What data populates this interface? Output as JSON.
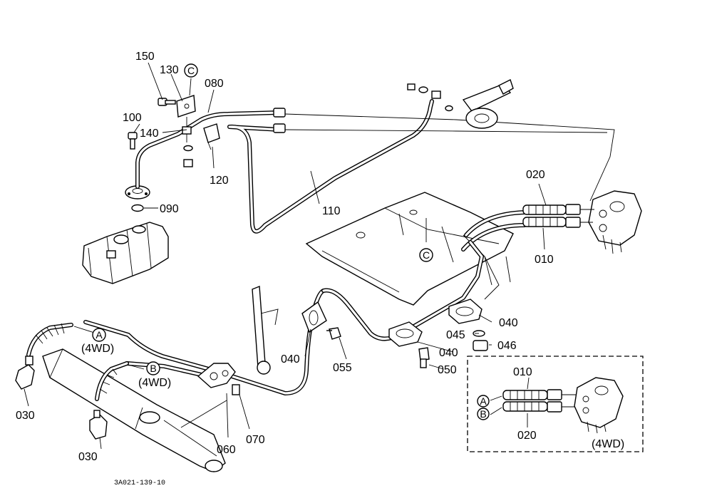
{
  "diagram": {
    "reference_code": "3A021-139-10",
    "callouts": [
      {
        "id": "150",
        "text": "150"
      },
      {
        "id": "130",
        "text": "130"
      },
      {
        "id": "080",
        "text": "080"
      },
      {
        "id": "100",
        "text": "100"
      },
      {
        "id": "140",
        "text": "140"
      },
      {
        "id": "120",
        "text": "120"
      },
      {
        "id": "090",
        "text": "090"
      },
      {
        "id": "110",
        "text": "110"
      },
      {
        "id": "020",
        "text": "020"
      },
      {
        "id": "010",
        "text": "010"
      },
      {
        "id": "040a",
        "text": "040"
      },
      {
        "id": "040b",
        "text": "040"
      },
      {
        "id": "040c",
        "text": "040"
      },
      {
        "id": "045",
        "text": "045"
      },
      {
        "id": "046",
        "text": "046"
      },
      {
        "id": "050",
        "text": "050"
      },
      {
        "id": "055",
        "text": "055"
      },
      {
        "id": "060",
        "text": "060"
      },
      {
        "id": "070",
        "text": "070"
      },
      {
        "id": "030a",
        "text": "030"
      },
      {
        "id": "030b",
        "text": "030"
      }
    ],
    "circled_markers": {
      "c_top": "C",
      "c_frame": "C",
      "a_main": "A",
      "b_main": "B",
      "a_inset": "A",
      "b_inset": "B"
    },
    "variant_notes": {
      "a_main": "(4WD)",
      "b_main": "(4WD)",
      "inset": "(4WD)"
    },
    "inset": {
      "callout_top": "010",
      "callout_bottom": "020"
    }
  }
}
